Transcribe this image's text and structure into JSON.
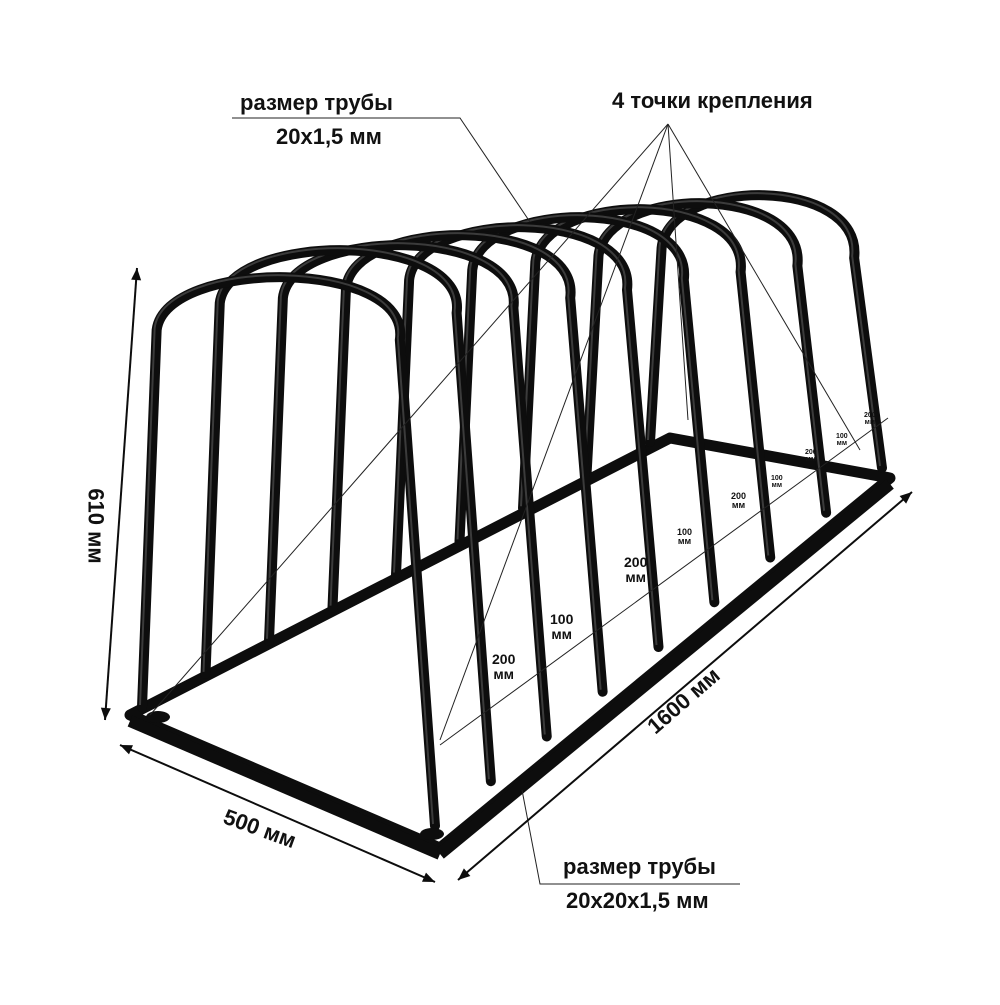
{
  "callouts": {
    "tube_top_label": "размер трубы",
    "tube_top_value": "20x1,5 мм",
    "mount_points": "4 точки крепления",
    "tube_bottom_label": "размер трубы",
    "tube_bottom_value": "20x20x1,5 мм"
  },
  "dimensions": {
    "height": "610 мм",
    "width": "500 мм",
    "length": "1600 мм"
  },
  "spacing": [
    {
      "value": "200",
      "unit": "мм"
    },
    {
      "value": "100",
      "unit": "мм"
    },
    {
      "value": "200",
      "unit": "мм"
    },
    {
      "value": "100",
      "unit": "мм"
    },
    {
      "value": "200",
      "unit": "мм"
    },
    {
      "value": "100",
      "unit": "мм"
    },
    {
      "value": "200",
      "unit": "мм"
    },
    {
      "value": "100",
      "unit": "мм"
    },
    {
      "value": "200",
      "unit": "мм"
    }
  ],
  "colors": {
    "frame": "#0d0d0d",
    "frame_highlight": "#5a5a5a",
    "line": "#222222"
  }
}
